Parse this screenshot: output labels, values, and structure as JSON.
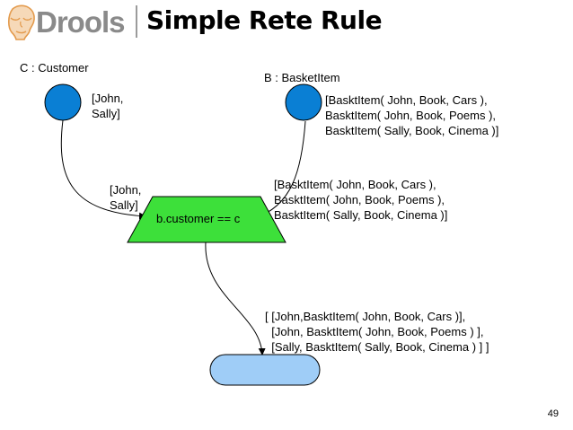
{
  "header": {
    "logo_text": "Drools",
    "title": "Simple Rete Rule"
  },
  "diagram": {
    "nodes": {
      "customer": {
        "label": "C : Customer",
        "tuples": "[John,\nSally]"
      },
      "basket": {
        "label": "B : BasketItem",
        "tuples": "[BasktItem( John, Book, Cars ),\nBasktItem( John, Book, Poems ),\nBasktItem( Sally, Book, Cinema )]"
      },
      "join": {
        "label": "b.customer == c"
      }
    },
    "edges": {
      "left_input": "[John,\nSally]",
      "right_input": "[BasktItem( John, Book, Cars ),\nBasktItem( John, Book, Poems ),\nBasktItem( Sally, Book, Cinema )]",
      "output": "[ [John,BasktItem( John, Book, Cars )],\n  [John, BasktItem( John, Book, Poems ) ],\n  [Sally, BasktItem( Sally, Book, Cinema ) ] ]"
    },
    "colors": {
      "object_type_node": "#0a7fd4",
      "join_node": "#3de03a",
      "terminal_node": "#9fcdf7"
    }
  },
  "footer": {
    "page_number": "49"
  }
}
